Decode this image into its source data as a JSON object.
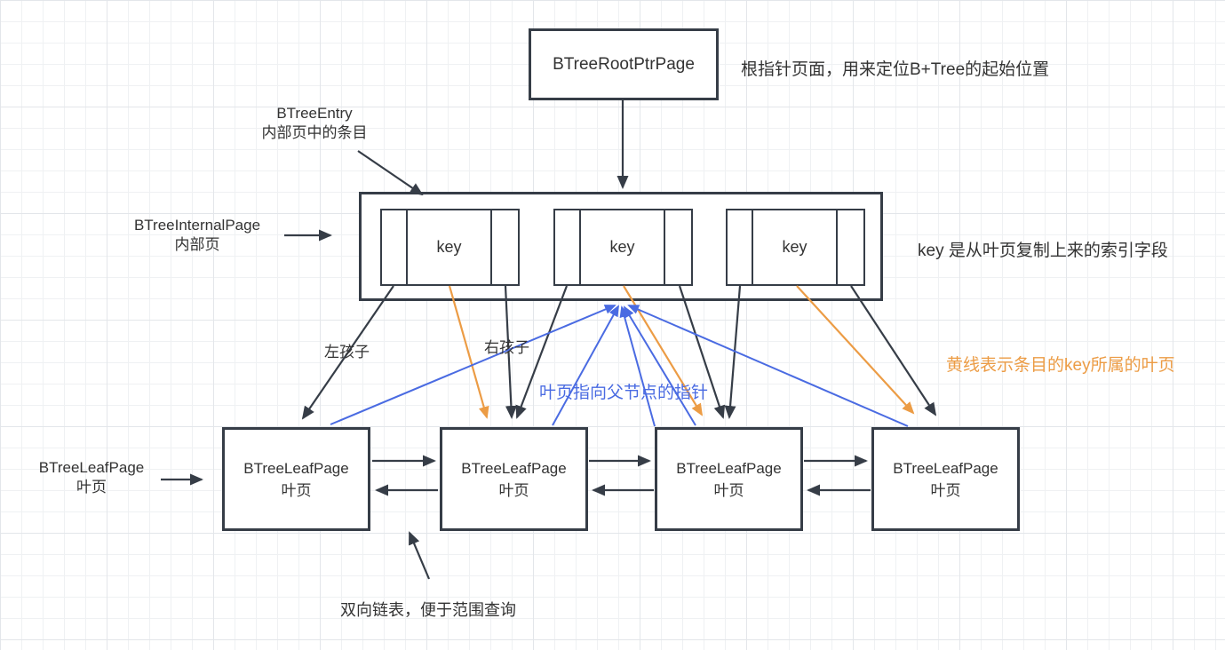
{
  "colors": {
    "line": "#363d47",
    "orange": "#ec9c45",
    "blue": "#4a6be2",
    "text": "#333333",
    "background": "#ffffff",
    "grid_minor": "#eff1f3",
    "grid_major": "#e3e6ea"
  },
  "root_box": {
    "label": "BTreeRootPtrPage"
  },
  "internal_page": {
    "entries": [
      {
        "key": "key"
      },
      {
        "key": "key"
      },
      {
        "key": "key"
      }
    ]
  },
  "leaves": [
    {
      "line1": "BTreeLeafPage",
      "line2": "叶页"
    },
    {
      "line1": "BTreeLeafPage",
      "line2": "叶页"
    },
    {
      "line1": "BTreeLeafPage",
      "line2": "叶页"
    },
    {
      "line1": "BTreeLeafPage",
      "line2": "叶页"
    }
  ],
  "annotations": {
    "root_note": "根指针页面，用来定位B+Tree的起始位置",
    "entry_label_line1": "BTreeEntry",
    "entry_label_line2": "内部页中的条目",
    "internal_label_line1": "BTreeInternalPage",
    "internal_label_line2": "内部页",
    "key_note": "key 是从叶页复制上来的索引字段",
    "left_child": "左孩子",
    "right_child": "右孩子",
    "parent_pointer_note": "叶页指向父节点的指针",
    "orange_line_note": "黄线表示条目的key所属的叶页",
    "leaf_label_line1": "BTreeLeafPage",
    "leaf_label_line2": "叶页",
    "linked_list_note": "双向链表，便于范围查询"
  }
}
